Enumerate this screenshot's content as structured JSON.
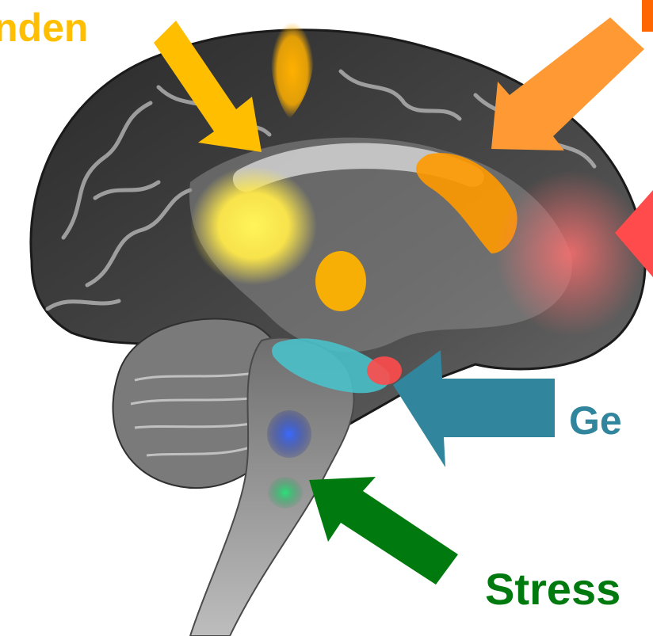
{
  "labels": {
    "top_left": "nden",
    "right_mid": "Ge",
    "bottom": "Stress"
  },
  "colors": {
    "yellow": "#FFBF00",
    "orange": "#FF9933",
    "red": "#FF4B4B",
    "teal": "#31859C",
    "green": "#007A0E",
    "orange_text": "#FF6600"
  },
  "icons": {
    "brain": "brain-sagittal-icon",
    "arrow": "arrow-icon"
  }
}
